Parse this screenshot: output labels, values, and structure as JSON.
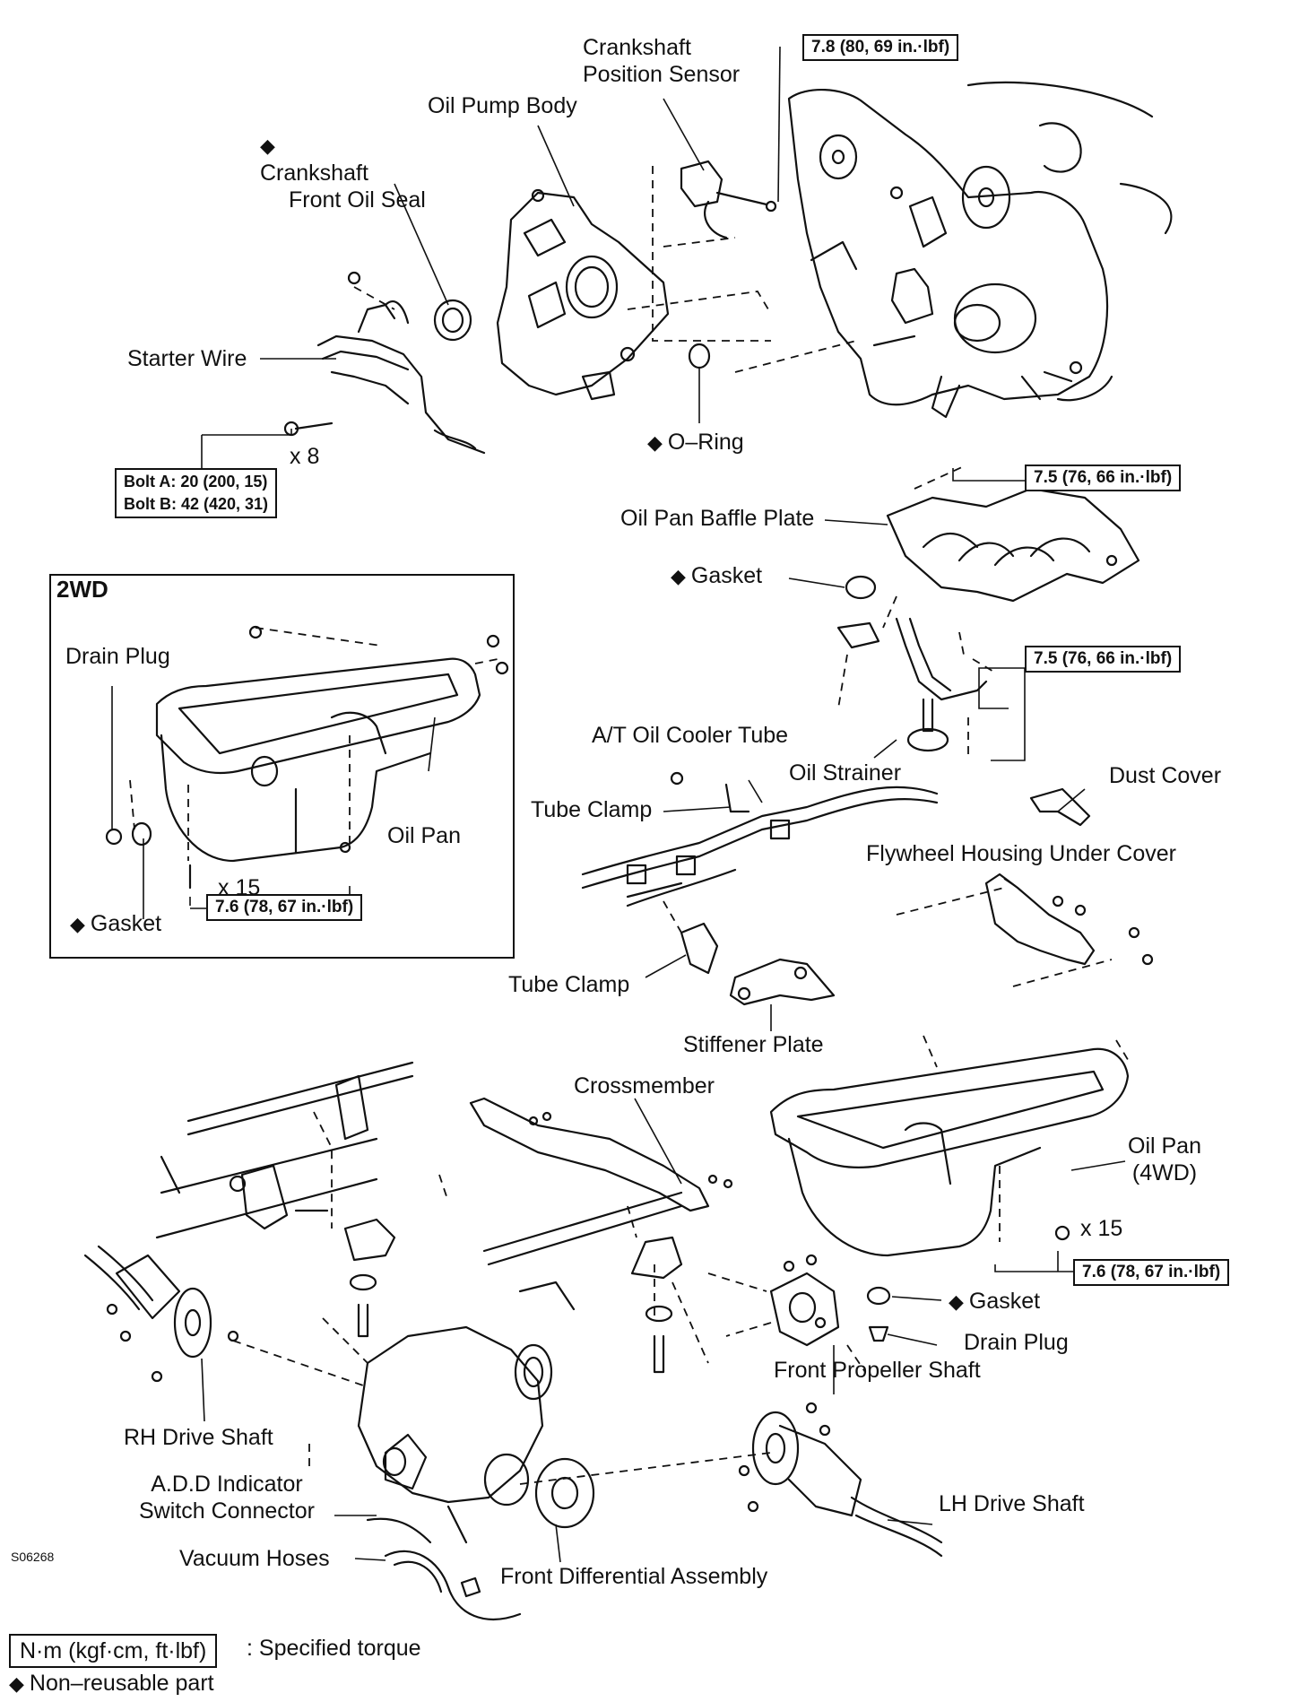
{
  "diagram_id": "S06268",
  "box_2wd": {
    "title": "2WD",
    "drain_plug": "Drain Plug",
    "oil_pan": "Oil Pan",
    "gasket": "Gasket",
    "count": "x 15",
    "torque": "7.6 (78, 67 in.·lbf)"
  },
  "labels": {
    "crankshaft_position_sensor": [
      "Crankshaft",
      "Position Sensor"
    ],
    "oil_pump_body": "Oil Pump Body",
    "crankshaft_front_oil_seal": [
      "Crankshaft",
      "Front Oil Seal"
    ],
    "starter_wire": "Starter Wire",
    "o_ring": "O–Ring",
    "oil_pan_baffle_plate": "Oil Pan Baffle Plate",
    "gasket_upper": "Gasket",
    "at_oil_cooler_tube": "A/T Oil Cooler Tube",
    "oil_strainer": "Oil Strainer",
    "dust_cover": "Dust Cover",
    "tube_clamp_upper": "Tube Clamp",
    "flywheel_housing_under_cover": "Flywheel Housing Under Cover",
    "tube_clamp_lower": "Tube Clamp",
    "stiffener_plate": "Stiffener Plate",
    "crossmember": "Crossmember",
    "oil_pan_4wd": [
      "Oil Pan",
      "(4WD)"
    ],
    "count_4wd": "x 15",
    "gasket_4wd": "Gasket",
    "drain_plug_4wd": "Drain Plug",
    "front_propeller_shaft": "Front Propeller Shaft",
    "rh_drive_shaft": "RH Drive Shaft",
    "add_indicator_switch_connector": [
      "A.D.D Indicator",
      "Switch Connector"
    ],
    "lh_drive_shaft": "LH Drive Shaft",
    "vacuum_hoses": "Vacuum Hoses",
    "front_differential_assembly": "Front Differential Assembly",
    "count_bolts": "x 8"
  },
  "torques": {
    "sensor": "7.8 (80, 69 in.·lbf)",
    "baffle": "7.5 (76, 66 in.·lbf)",
    "strainer": "7.5 (76, 66 in.·lbf)",
    "oil_pan_4wd": "7.6 (78, 67 in.·lbf)",
    "bolt_a": "Bolt A: 20 (200, 15)",
    "bolt_b": "Bolt B: 42 (420, 31)"
  },
  "legend": {
    "unit": "N·m (kgf·cm, ft·lbf)",
    "unit_desc": ": Specified torque",
    "nonreusable": "Non–reusable part"
  },
  "symbols": {
    "nonreusable": "◆"
  }
}
